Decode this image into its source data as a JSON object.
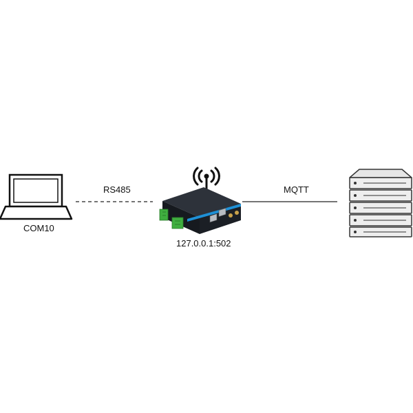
{
  "nodes": {
    "laptop": {
      "label": "COM10",
      "icon": "laptop-icon"
    },
    "gateway": {
      "label": "127.0.0.1:502",
      "icon": "industrial-router-icon"
    },
    "server": {
      "label": "",
      "icon": "server-rack-icon"
    }
  },
  "links": {
    "serial": {
      "label": "RS485",
      "style": "dashed"
    },
    "cloud": {
      "label": "MQTT",
      "style": "solid"
    }
  },
  "colors": {
    "device_body": "#1b1f25",
    "device_accent": "#1e90d6",
    "terminal_green": "#3fae3f",
    "server_fill": "#eeeeee",
    "line": "#222222"
  }
}
